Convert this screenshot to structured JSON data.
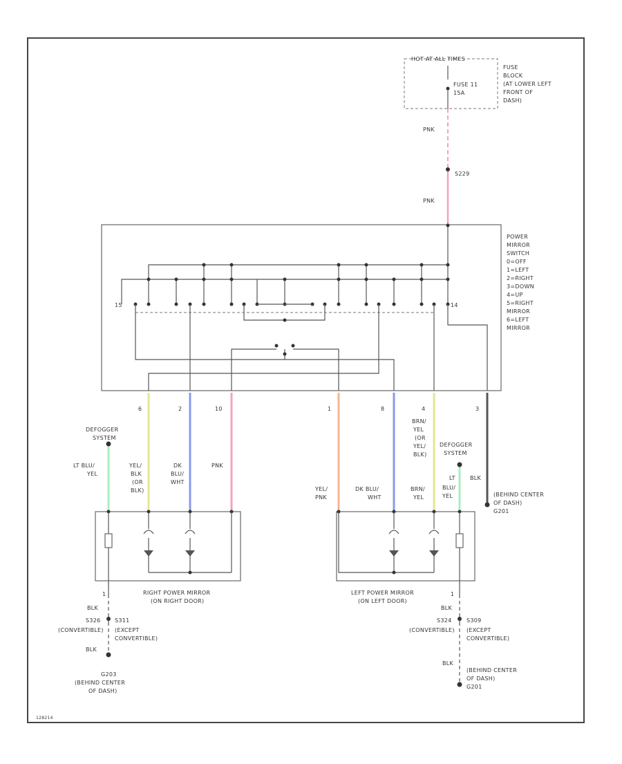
{
  "hot_label": "HOT AT ALL TIMES",
  "fuse_block_label": [
    "FUSE",
    "BLOCK",
    "(AT LOWER LEFT",
    "FRONT OF",
    "DASH)"
  ],
  "fuse_label": [
    "FUSE 11",
    "15A"
  ],
  "splice_top": "S229",
  "wire_pnk": "PNK",
  "switch_label": [
    "POWER",
    "MIRROR",
    "SWITCH",
    "0=OFF",
    "1=LEFT",
    "2=RIGHT",
    "3=DOWN",
    "4=UP",
    "5=RIGHT",
    "MIRROR",
    "6=LEFT",
    "MIRROR"
  ],
  "switch_pin_a": "15",
  "switch_pin_b": "14",
  "pins": [
    "6",
    "2",
    "10",
    "1",
    "8",
    "4",
    "3"
  ],
  "defogger": [
    "DEFOGGER",
    "SYSTEM"
  ],
  "right_wires": {
    "w1": [
      "LT BLU/",
      "YEL"
    ],
    "w2": [
      "YEL/",
      "BLK",
      "(OR",
      "BLK)"
    ],
    "w3": [
      "DK",
      "BLU/",
      "WHT"
    ],
    "w4": [
      "PNK"
    ]
  },
  "left_wires": {
    "w1": [
      "YEL/",
      "PNK"
    ],
    "w2": [
      "DK BLU/",
      "WHT"
    ],
    "w3": [
      "BRN/",
      "YEL"
    ],
    "w4": [
      "LT",
      "BLU/",
      "YEL"
    ],
    "top3": [
      "BRN/",
      "YEL",
      "(OR",
      "YEL/",
      "BLK)"
    ],
    "blk": "BLK"
  },
  "ground_top": [
    "(BEHIND CENTER",
    "OF DASH)",
    "G201"
  ],
  "right_mirror": [
    "RIGHT POWER MIRROR",
    "(ON RIGHT DOOR)"
  ],
  "left_mirror": [
    "LEFT POWER MIRROR",
    "(ON LEFT DOOR)"
  ],
  "right_ground": {
    "pin": "1",
    "blk1": "BLK",
    "s1": "S326",
    "s1_note": "(CONVERTIBLE)",
    "s2": "S311",
    "s2_note": [
      "(EXCEPT",
      "CONVERTIBLE)"
    ],
    "blk2": "BLK",
    "g": [
      "G203",
      "(BEHIND CENTER",
      "OF DASH)"
    ]
  },
  "left_ground": {
    "pin": "1",
    "blk1": "BLK",
    "s1": "S324",
    "s1_note": "(CONVERTIBLE)",
    "s2": "S309",
    "s2_note": [
      "(EXCEPT",
      "CONVERTIBLE)"
    ],
    "blk2": "BLK",
    "g": [
      "(BEHIND CENTER",
      "OF DASH)",
      "G201"
    ]
  },
  "footer_code": "128214",
  "colors": {
    "pnk": "#f5a0c0",
    "yel": "#e6e690",
    "blu": "#8a9ae8",
    "orange": "#f5b590",
    "ltgreen": "#a8efc0",
    "dark": "#555555"
  }
}
